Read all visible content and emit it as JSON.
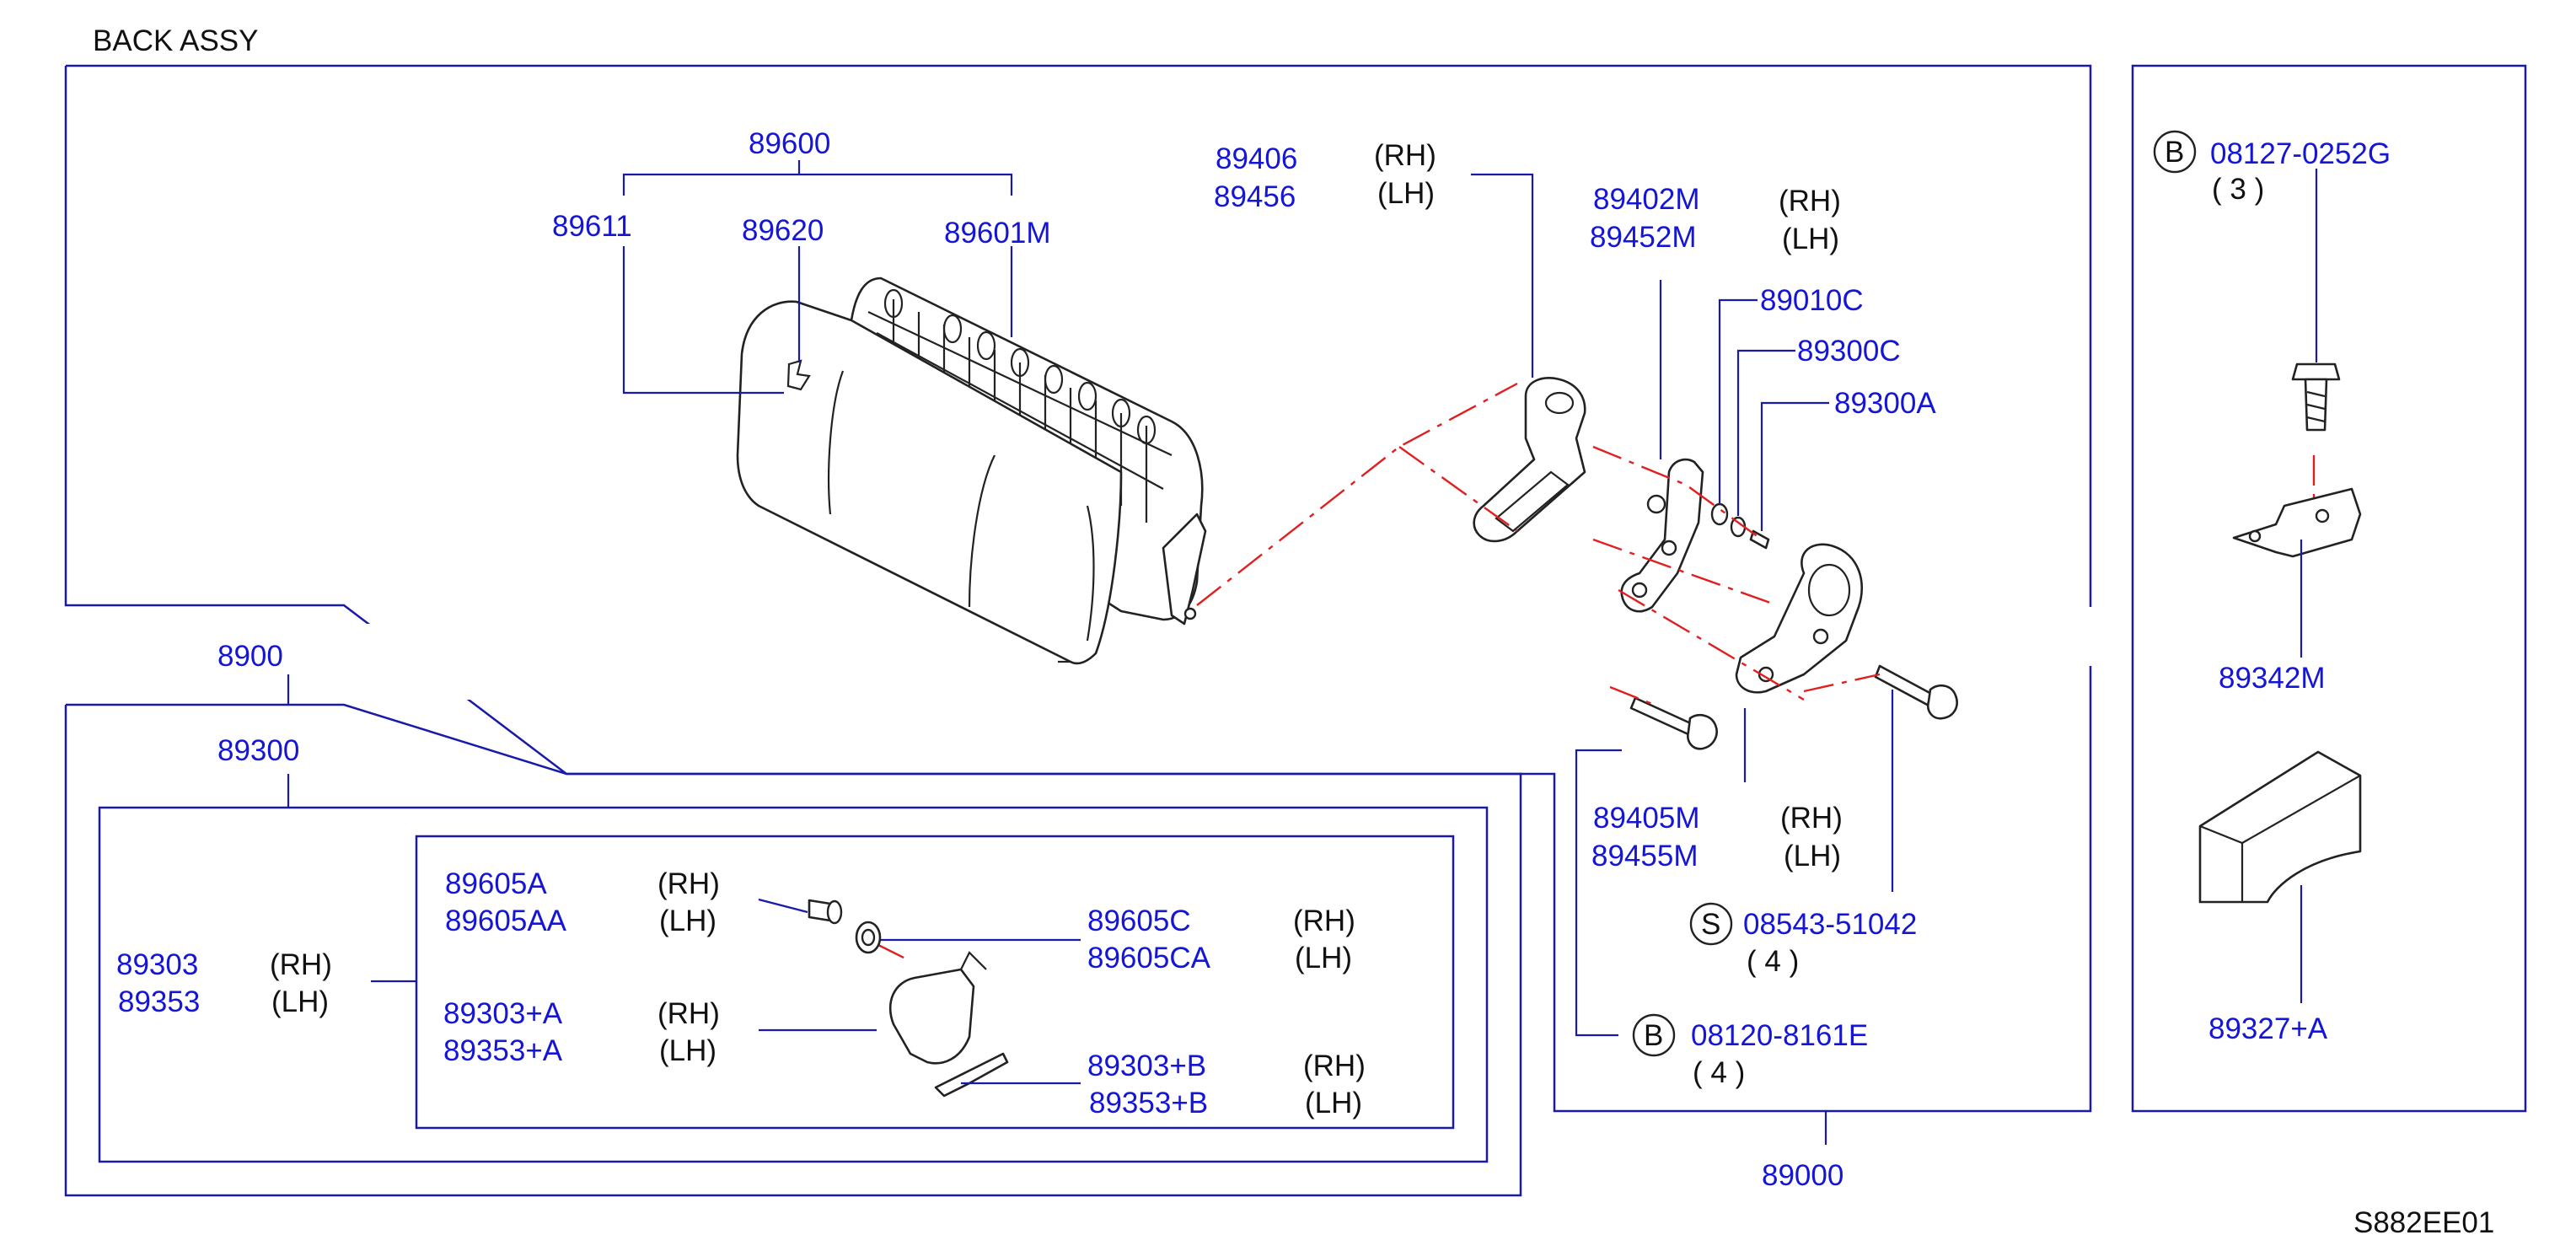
{
  "title": "BACK  ASSY",
  "diagram_code": "S882EE01",
  "labels": {
    "p89600": "89600",
    "p89611": "89611",
    "p89620": "89620",
    "p89601M": "89601M",
    "p89406": "89406",
    "p89456": "89456",
    "p89402M": "89402M",
    "p89452M": "89452M",
    "p89010C": "89010C",
    "p89300C": "89300C",
    "p89300A": "89300A",
    "p89405M": "89405M",
    "p89455M": "89455M",
    "p08543": "08543-51042",
    "p08120": "08120-8161E",
    "p08127": "08127-0252G",
    "p89342M": "89342M",
    "p89327A": "89327+A",
    "p89000": "89000",
    "p89000_partial": "8900",
    "p89300": "89300",
    "p89303": "89303",
    "p89353": "89353",
    "p89605A": "89605A",
    "p89605AA": "89605AA",
    "p89303A": "89303+A",
    "p89353A": "89353+A",
    "p89605C": "89605C",
    "p89605CA": "89605CA",
    "p89303B": "89303+B",
    "p89353B": "89353+B"
  },
  "sides": {
    "rh": "(RH)",
    "lh": "(LH)"
  },
  "markers": {
    "b": "B",
    "s": "S"
  },
  "quantities": {
    "q3": "(  3  )",
    "q4": "(  4  )"
  }
}
